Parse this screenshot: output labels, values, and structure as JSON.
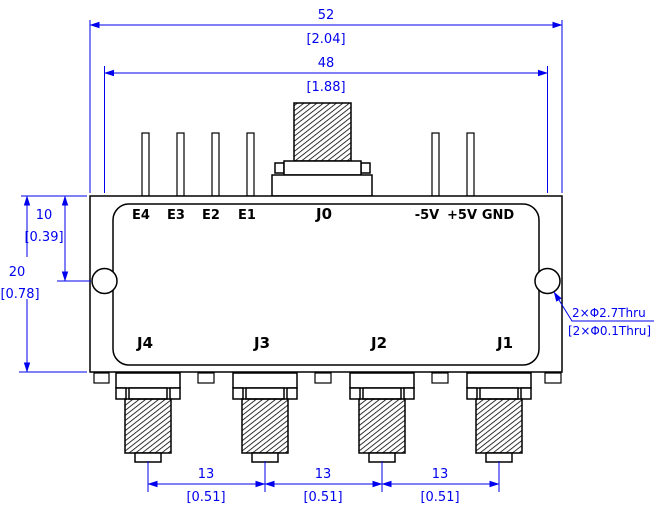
{
  "meta": {
    "drawing_type": "outline-drawing-rf-switch",
    "dim_color": "#0000ee",
    "line_color": "#000000",
    "background": "#ffffff"
  },
  "labels": {
    "top": {
      "e4": "E4",
      "e3": "E3",
      "e2": "E2",
      "e1": "E1",
      "j0": "J0",
      "neg5v": "-5V",
      "pos5v": "+5V",
      "gnd": "GND"
    },
    "bottom": {
      "j4": "J4",
      "j3": "J3",
      "j2": "J2",
      "j1": "J1"
    }
  },
  "dims": {
    "overall_width": {
      "mm": "52",
      "inch": "[2.04]"
    },
    "hole_spacing": {
      "mm": "48",
      "inch": "[1.88]"
    },
    "hole_offset": {
      "mm": "10",
      "inch": "[0.39]"
    },
    "body_height": {
      "mm": "20",
      "inch": "[0.78]"
    },
    "pitches": [
      {
        "mm": "13",
        "inch": "[0.51]"
      },
      {
        "mm": "13",
        "inch": "[0.51]"
      },
      {
        "mm": "13",
        "inch": "[0.51]"
      }
    ],
    "hole_note": {
      "line1": "2×Φ2.7Thru",
      "line2": "[2×Φ0.1Thru]"
    }
  }
}
